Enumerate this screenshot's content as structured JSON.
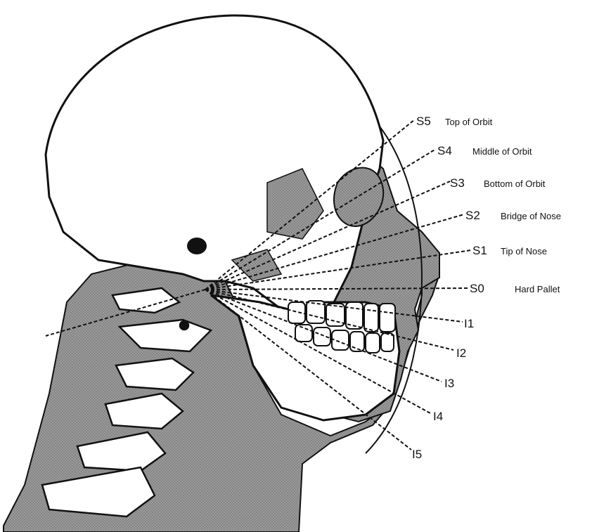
{
  "diagram": {
    "origin_label": "",
    "superior_lines": [
      {
        "code": "S5",
        "description": "Top of Orbit"
      },
      {
        "code": "S4",
        "description": "Middle of Orbit"
      },
      {
        "code": "S3",
        "description": "Bottom of Orbit"
      },
      {
        "code": "S2",
        "description": "Bridge of Nose"
      },
      {
        "code": "S1",
        "description": "Tip of Nose"
      },
      {
        "code": "S0",
        "description": "Hard Pallet"
      }
    ],
    "inferior_lines": [
      {
        "code": "I1"
      },
      {
        "code": "I2"
      },
      {
        "code": "I3"
      },
      {
        "code": "I4"
      },
      {
        "code": "I5"
      }
    ],
    "colors": {
      "ink": "#111111",
      "gray_tissue": "#8a8a8a",
      "bone": "#ffffff",
      "background": "#ffffff"
    }
  }
}
